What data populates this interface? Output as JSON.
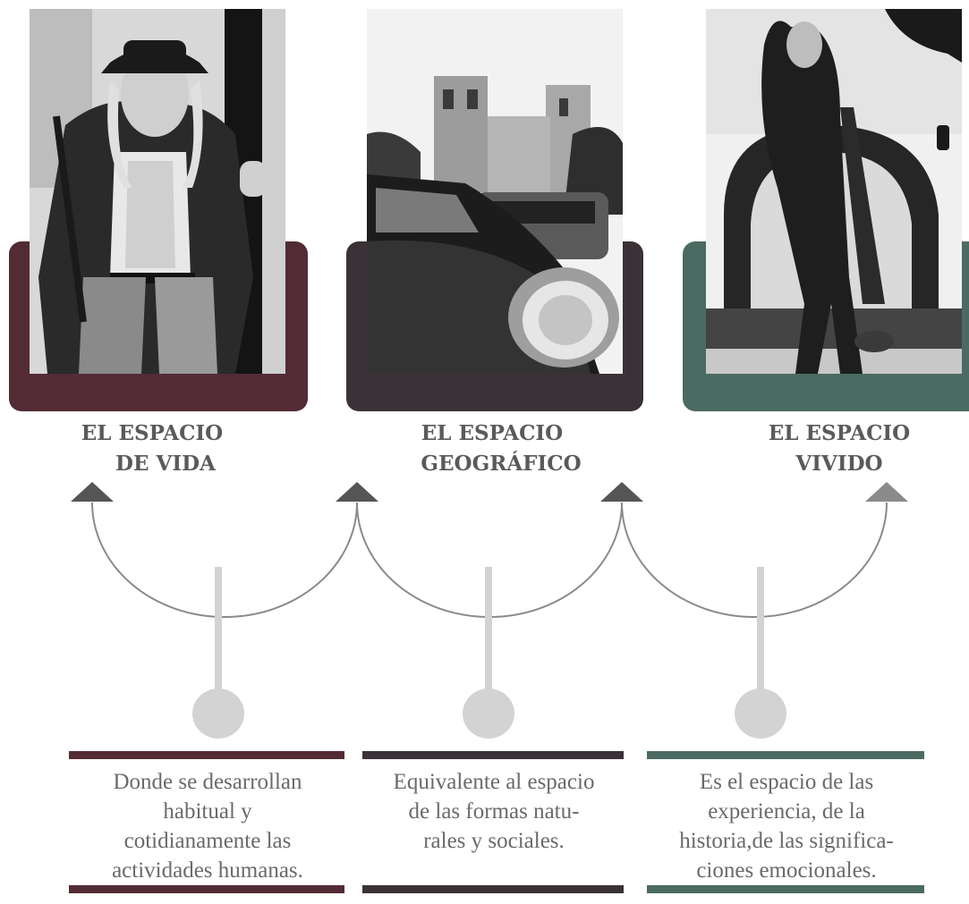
{
  "colors": {
    "maroon": "#532b35",
    "charcoal": "#3a3236",
    "teal": "#4b6b62",
    "arrow_dark": "#555555",
    "arrow_light": "#8a8a8a",
    "stem": "#d3d3d3",
    "title_text": "#5a5a5a"
  },
  "columns": [
    {
      "title_lines": [
        "EL ESPACIO",
        "DE VIDA"
      ],
      "description_lines": [
        "Donde se desarrollan",
        "habitual y",
        "cotidianamente las",
        "actividades humanas."
      ],
      "photo_subject": "man-in-hat-with-guitar-photo",
      "accent": "maroon"
    },
    {
      "title_lines": [
        "EL ESPACIO",
        "GEOGRÁFICO"
      ],
      "description_lines": [
        "Equivalente al espacio",
        "de las formas natu-",
        "rales y sociales."
      ],
      "photo_subject": "vintage-car-and-church-photo",
      "accent": "charcoal"
    },
    {
      "title_lines": [
        "EL ESPACIO",
        "VIVIDO"
      ],
      "description_lines": [
        "Es el espacio de las",
        "experiencia, de la",
        "historia,de las significa-",
        "ciones emocionales."
      ],
      "photo_subject": "street-puppeteer-photo",
      "accent": "teal"
    }
  ]
}
